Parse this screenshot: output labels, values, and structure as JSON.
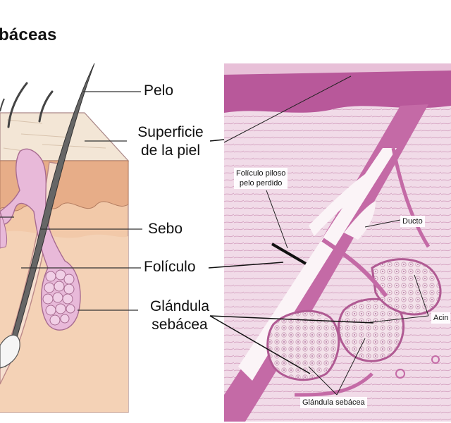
{
  "title": "báceas",
  "diagram_labels": {
    "pelo": "Pelo",
    "superficie_line1": "Superficie",
    "superficie_line2": "de la piel",
    "sebo": "Sebo",
    "foliculo": "Folículo",
    "glandula_line1": "Glándula",
    "glandula_line2": "sebácea"
  },
  "micrograph_labels": {
    "foliculo_piloso_line1": "Folículo piloso",
    "foliculo_piloso_line2": "pelo perdido",
    "ducto": "Ducto",
    "acino": "Acin",
    "glandula_sebacea": "Glándula sebácea"
  },
  "colors": {
    "skin_top": "#f3e6d6",
    "skin_epidermis": "#e9b694",
    "skin_dermis": "#f1c9a8",
    "gland": "#e7b7d8",
    "hair": "#4a4a4a",
    "histology_pink": "#c46aa6",
    "histology_bg": "#efd6e6"
  }
}
